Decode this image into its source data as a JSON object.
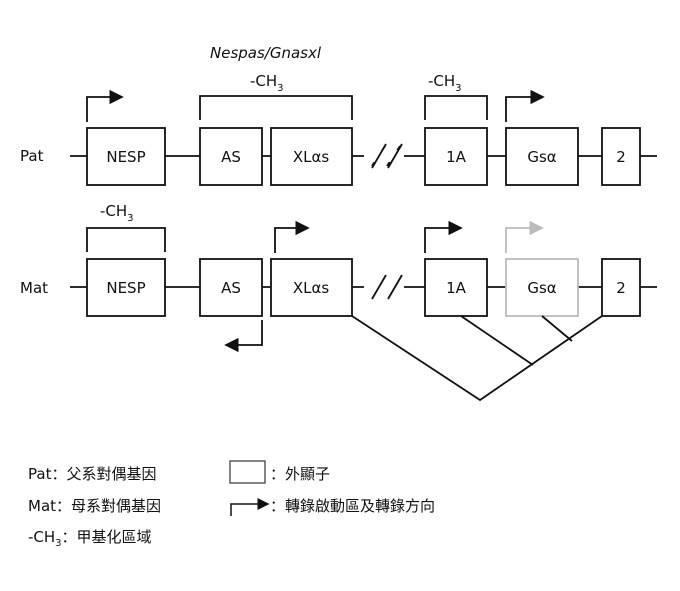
{
  "title": "Nespas/Gnasxl",
  "methyl": "-CH",
  "methyl_sub": "3",
  "rows": {
    "pat": "Pat",
    "mat": "Mat"
  },
  "exons": {
    "nesp": "NESP",
    "as": "AS",
    "xl": "XLαs",
    "e1a": "1A",
    "gs": "Gsα",
    "e2": "2"
  },
  "legend": {
    "pat": "Pat：父系對偶基因",
    "mat": "Mat：母系對偶基因",
    "ch3_prefix": "-CH",
    "ch3_sub": "3",
    "ch3_text": "：甲基化區域",
    "exon": "：外顯子",
    "promoter": "：轉錄啟動區及轉錄方向"
  },
  "colors": {
    "line": "#111111",
    "inactive": "#bbbbbb"
  }
}
